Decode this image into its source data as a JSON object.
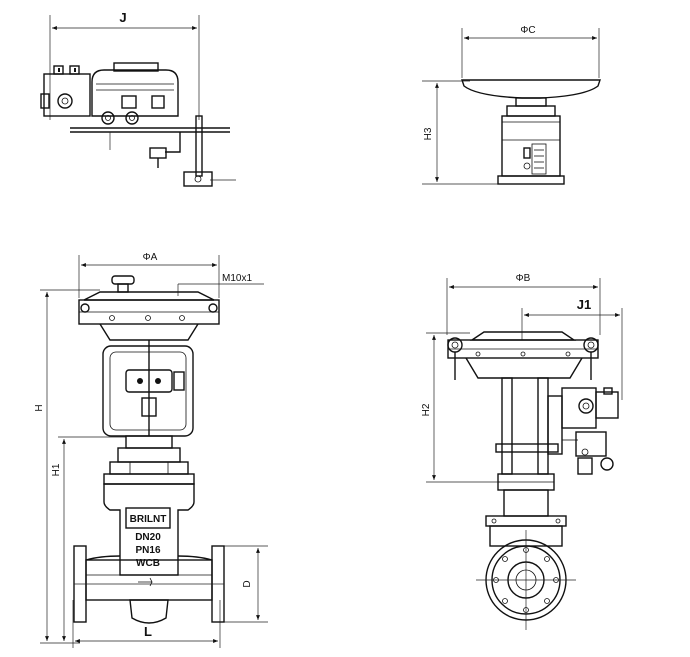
{
  "top_left_view": {
    "dim_j": "J"
  },
  "top_right_view": {
    "dim_phi_c": "ΦC",
    "dim_h3": "H3"
  },
  "bottom_left_view": {
    "dim_phi_a": "ΦA",
    "dim_m10": "M10x1",
    "dim_h": "H",
    "dim_h1": "H1",
    "dim_d": "D",
    "dim_l": "L",
    "nameplate": {
      "brand": "BRILNT",
      "dn": "DN20",
      "pn": "PN16",
      "material": "WCB"
    }
  },
  "bottom_right_view": {
    "dim_phi_b": "ΦB",
    "dim_j1": "J1",
    "dim_h2": "H2"
  }
}
